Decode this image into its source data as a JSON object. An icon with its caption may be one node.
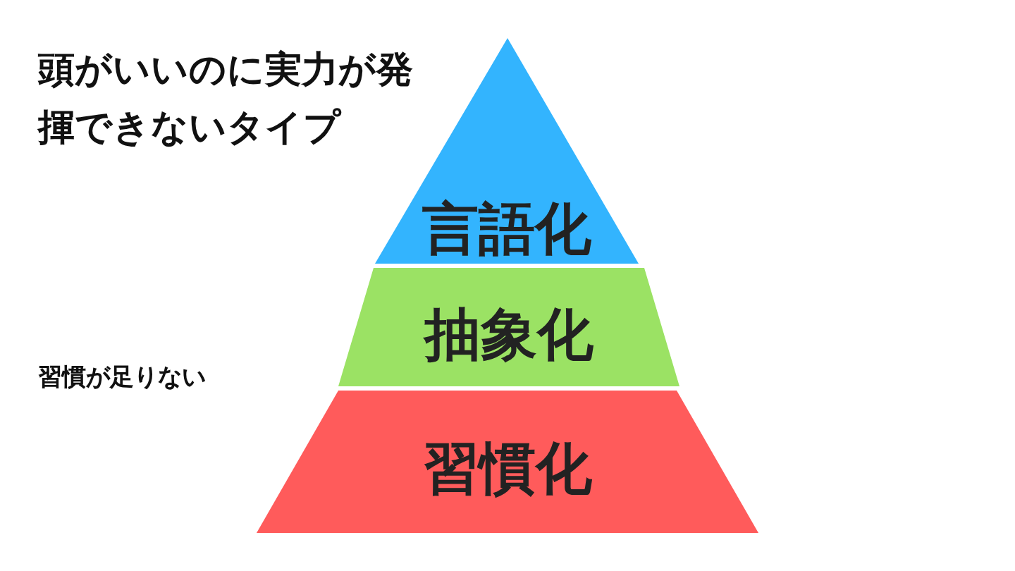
{
  "diagram": {
    "nodes": [
      {
        "text": [
          "言語化"
        ]
      },
      {
        "text": [
          "抽象化"
        ]
      },
      {
        "text": [
          "習慣化"
        ]
      }
    ],
    "labels": [
      "頭がいいのに実力が発揮できないタイプ",
      "習慣が足りない"
    ]
  }
}
